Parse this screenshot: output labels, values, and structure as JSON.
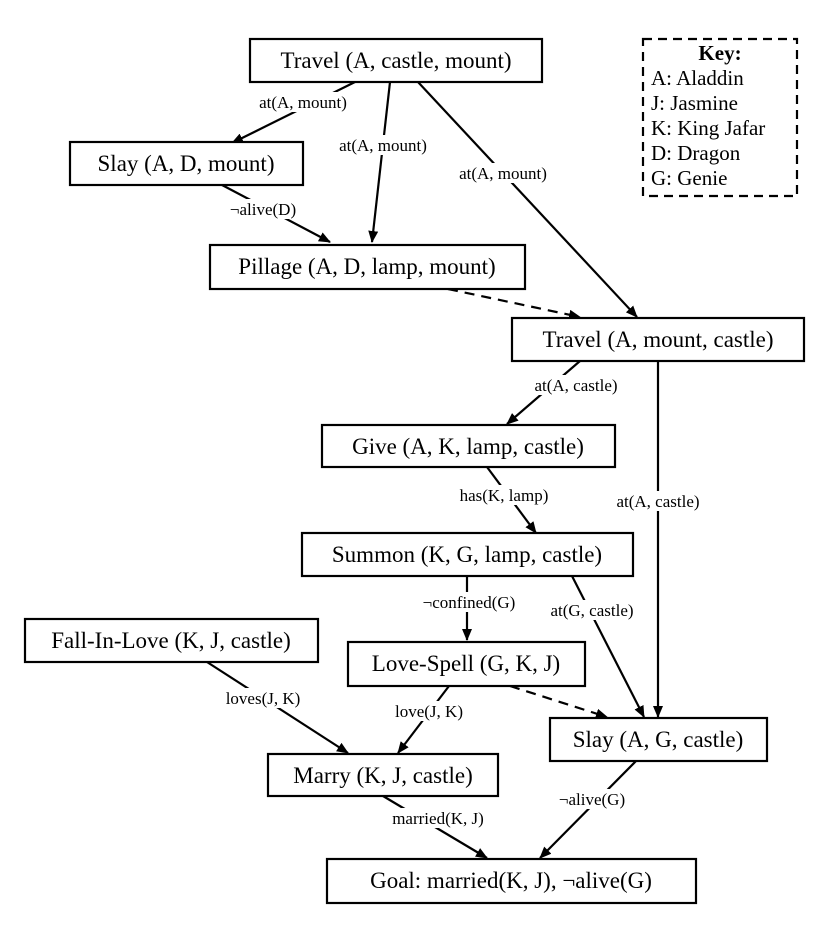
{
  "nodes": {
    "travel1": "Travel (A, castle, mount)",
    "slay1": "Slay (A, D, mount)",
    "pillage": "Pillage (A, D, lamp, mount)",
    "travel2": "Travel (A, mount, castle)",
    "give": "Give (A, K, lamp, castle)",
    "summon": "Summon (K, G, lamp, castle)",
    "fall_in_love": "Fall-In-Love (K, J, castle)",
    "love_spell": "Love-Spell (G, K, J)",
    "slay2": "Slay (A, G, castle)",
    "marry": "Marry (K, J, castle)",
    "goal": "Goal: married(K, J), ¬alive(G)"
  },
  "edges": [
    {
      "id": "e1",
      "from": "travel1",
      "to": "slay1",
      "label": "at(A, mount)",
      "style": "solid"
    },
    {
      "id": "e2",
      "from": "travel1",
      "to": "pillage",
      "label": "at(A, mount)",
      "style": "solid"
    },
    {
      "id": "e3",
      "from": "travel1",
      "to": "travel2",
      "label": "at(A, mount)",
      "style": "solid"
    },
    {
      "id": "e4",
      "from": "slay1",
      "to": "pillage",
      "label": "¬alive(D)",
      "style": "solid"
    },
    {
      "id": "e5",
      "from": "pillage",
      "to": "travel2",
      "label": "",
      "style": "dashed"
    },
    {
      "id": "e6",
      "from": "travel2",
      "to": "give",
      "label": "at(A, castle)",
      "style": "solid"
    },
    {
      "id": "e7",
      "from": "travel2",
      "to": "slay2",
      "label": "at(A, castle)",
      "style": "solid"
    },
    {
      "id": "e8",
      "from": "give",
      "to": "summon",
      "label": "has(K, lamp)",
      "style": "solid"
    },
    {
      "id": "e9",
      "from": "summon",
      "to": "love_spell",
      "label": "¬confined(G)",
      "style": "solid"
    },
    {
      "id": "e10",
      "from": "summon",
      "to": "slay2",
      "label": "at(G, castle)",
      "style": "solid"
    },
    {
      "id": "e11",
      "from": "love_spell",
      "to": "slay2",
      "label": "",
      "style": "dashed"
    },
    {
      "id": "e12",
      "from": "fall_in_love",
      "to": "marry",
      "label": "loves(J, K)",
      "style": "solid"
    },
    {
      "id": "e13",
      "from": "love_spell",
      "to": "marry",
      "label": "love(J, K)",
      "style": "solid"
    },
    {
      "id": "e14",
      "from": "marry",
      "to": "goal",
      "label": "married(K, J)",
      "style": "solid"
    },
    {
      "id": "e15",
      "from": "slay2",
      "to": "goal",
      "label": "¬alive(G)",
      "style": "solid"
    }
  ],
  "key": {
    "title": "Key:",
    "items": [
      "A: Aladdin",
      "J: Jasmine",
      "K: King Jafar",
      "D: Dragon",
      "G: Genie"
    ]
  }
}
